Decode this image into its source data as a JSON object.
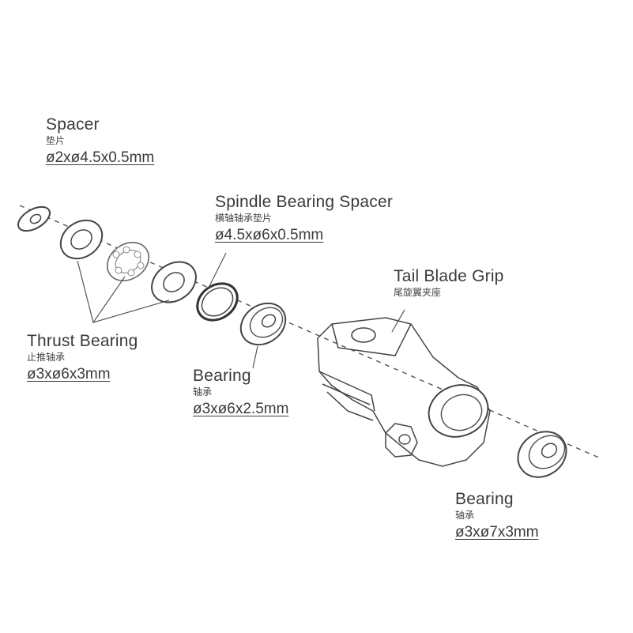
{
  "labels": {
    "spacer": {
      "en": "Spacer",
      "cn": "垫片",
      "dim": "ø2xø4.5x0.5mm"
    },
    "spindle_spacer": {
      "en": "Spindle Bearing Spacer",
      "cn": "横轴轴承垫片",
      "dim": "ø4.5xø6x0.5mm"
    },
    "tail_blade_grip": {
      "en": "Tail Blade Grip",
      "cn": "尾旋翼夹座"
    },
    "thrust_bearing": {
      "en": "Thrust Bearing",
      "cn": "止推轴承",
      "dim": "ø3xø6x3mm"
    },
    "bearing_1": {
      "en": "Bearing",
      "cn": "轴承",
      "dim": "ø3xø6x2.5mm"
    },
    "bearing_2": {
      "en": "Bearing",
      "cn": "轴承",
      "dim": "ø3xø7x3mm"
    }
  }
}
